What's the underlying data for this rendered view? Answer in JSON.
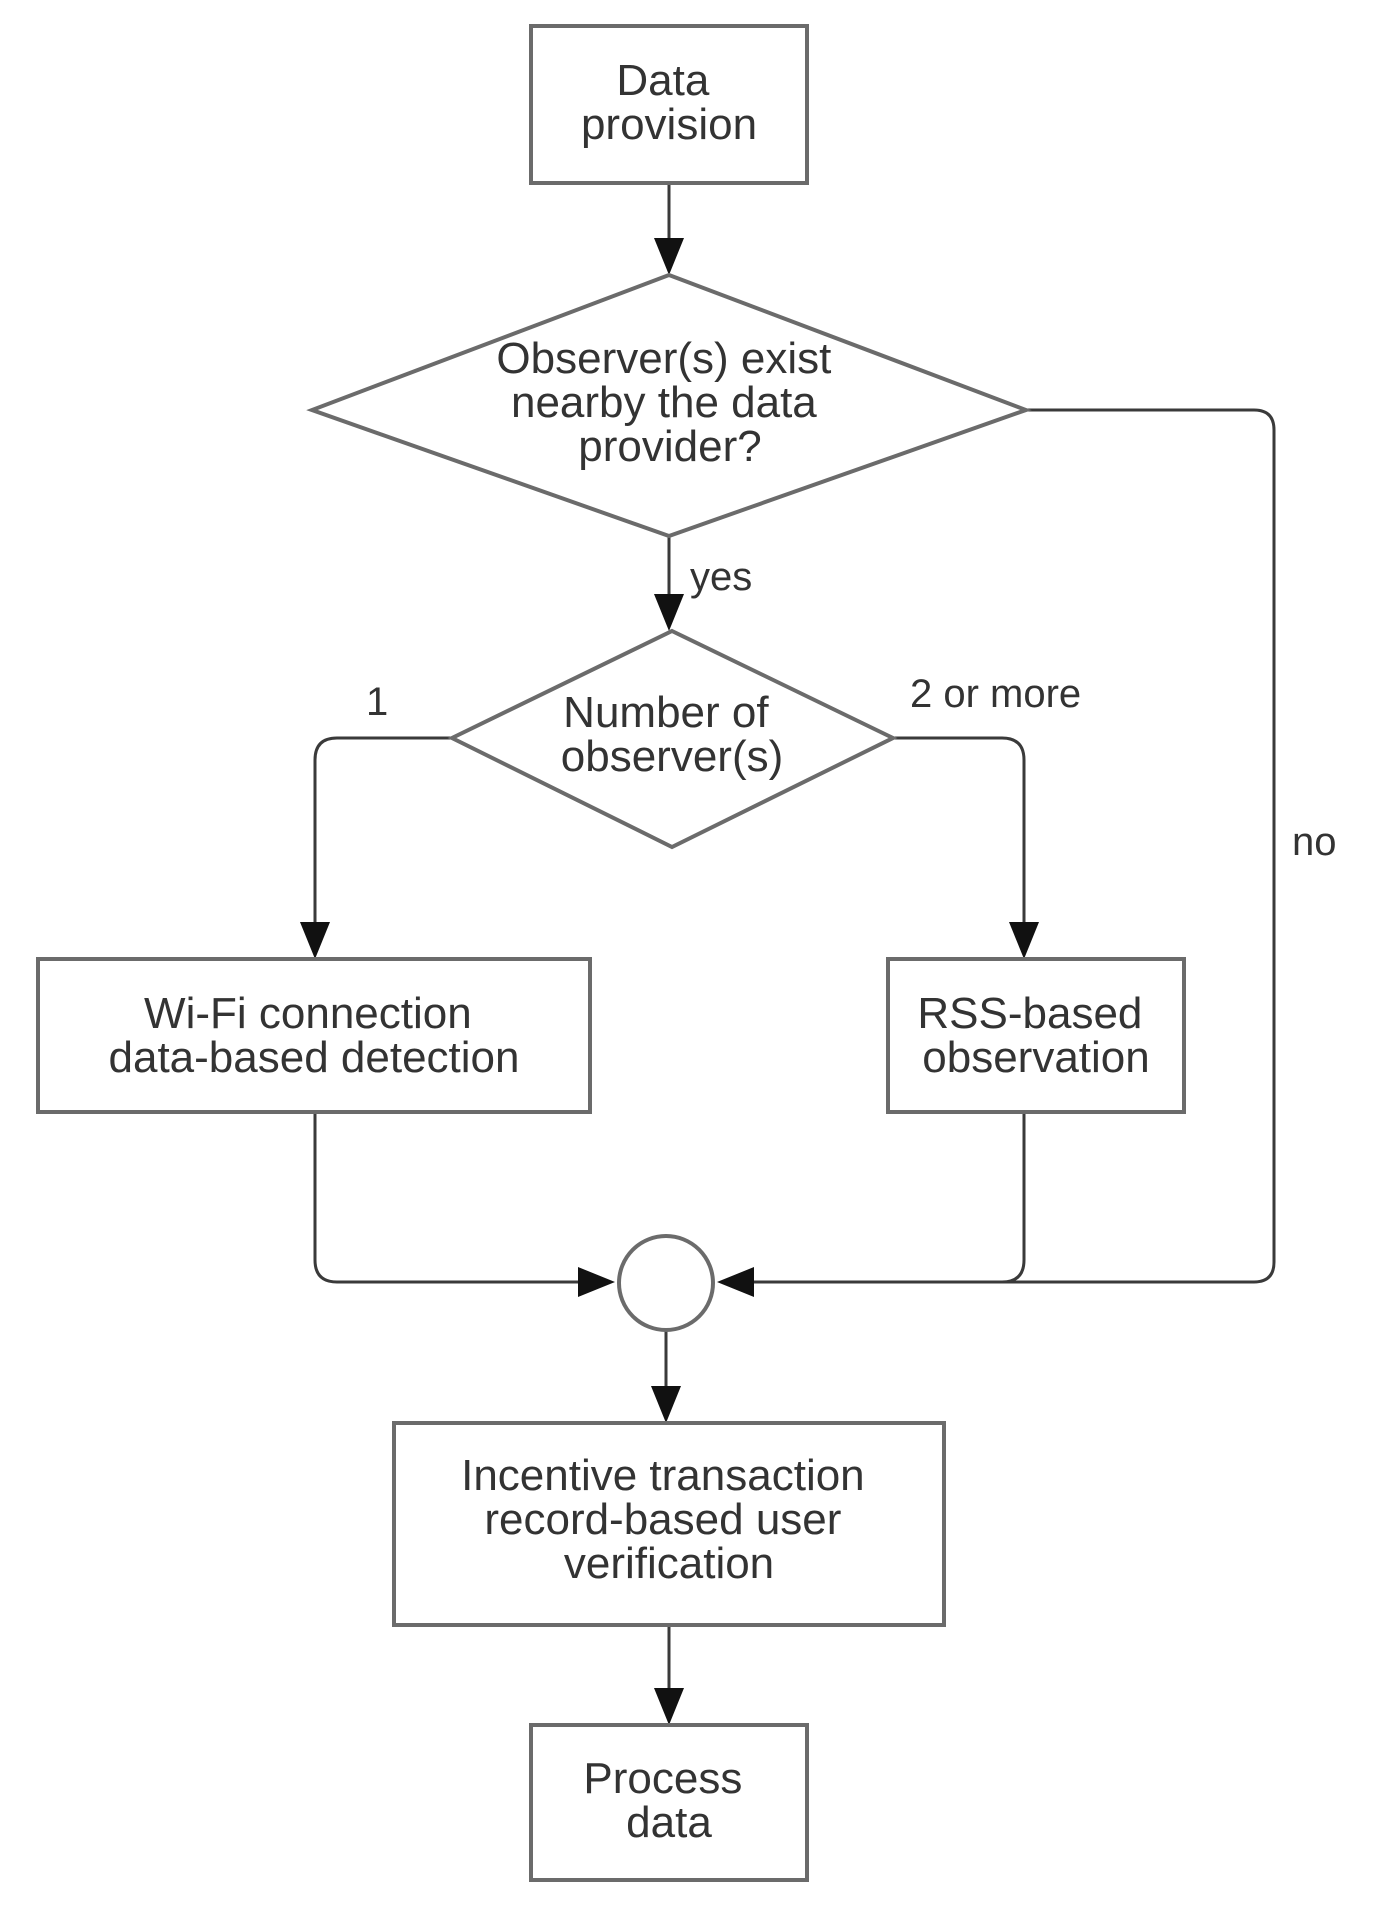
{
  "nodes": {
    "data_provision": {
      "shape": "rectangle",
      "lines": [
        "Data",
        "provision"
      ]
    },
    "observers_nearby": {
      "shape": "diamond",
      "lines": [
        "Observer(s) exist",
        "nearby the data",
        "provider?"
      ]
    },
    "number_of_observers": {
      "shape": "diamond",
      "lines": [
        "Number of",
        "observer(s)"
      ]
    },
    "wifi_detection": {
      "shape": "rectangle",
      "lines": [
        "Wi-Fi connection",
        "data-based detection"
      ]
    },
    "rss_observation": {
      "shape": "rectangle",
      "lines": [
        "RSS-based",
        "observation"
      ]
    },
    "merge": {
      "shape": "circle",
      "lines": []
    },
    "incentive_verification": {
      "shape": "rectangle",
      "lines": [
        "Incentive transaction",
        "record-based user",
        "verification"
      ]
    },
    "process_data": {
      "shape": "rectangle",
      "lines": [
        "Process",
        "data"
      ]
    }
  },
  "edge_labels": {
    "yes": "yes",
    "no": "no",
    "one": "1",
    "two_or_more": "2 or more"
  },
  "edges": [
    {
      "from": "data_provision",
      "to": "observers_nearby"
    },
    {
      "from": "observers_nearby",
      "to": "number_of_observers",
      "label": "yes"
    },
    {
      "from": "observers_nearby",
      "to": "merge",
      "label": "no"
    },
    {
      "from": "number_of_observers",
      "to": "wifi_detection",
      "label": "1"
    },
    {
      "from": "number_of_observers",
      "to": "rss_observation",
      "label": "2 or more"
    },
    {
      "from": "wifi_detection",
      "to": "merge"
    },
    {
      "from": "rss_observation",
      "to": "merge"
    },
    {
      "from": "merge",
      "to": "incentive_verification"
    },
    {
      "from": "incentive_verification",
      "to": "process_data"
    }
  ]
}
